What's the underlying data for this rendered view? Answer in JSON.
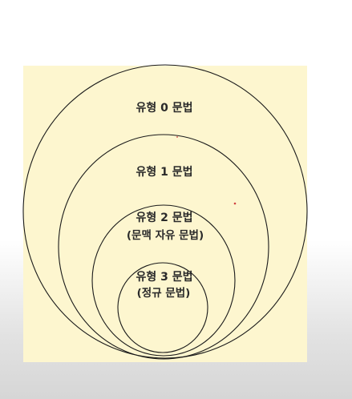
{
  "levels": [
    {
      "label": "유형 0 문법",
      "sub": ""
    },
    {
      "label": "유형 1 문법",
      "sub": ""
    },
    {
      "label": "유형 2 문법",
      "sub": "(문맥 자유 문법)"
    },
    {
      "label": "유형 3 문법",
      "sub": "(정규 문법)"
    }
  ],
  "colors": {
    "panel": "#fdf6cf",
    "stroke": "#1a1a1a",
    "text": "#2a2a2a"
  }
}
